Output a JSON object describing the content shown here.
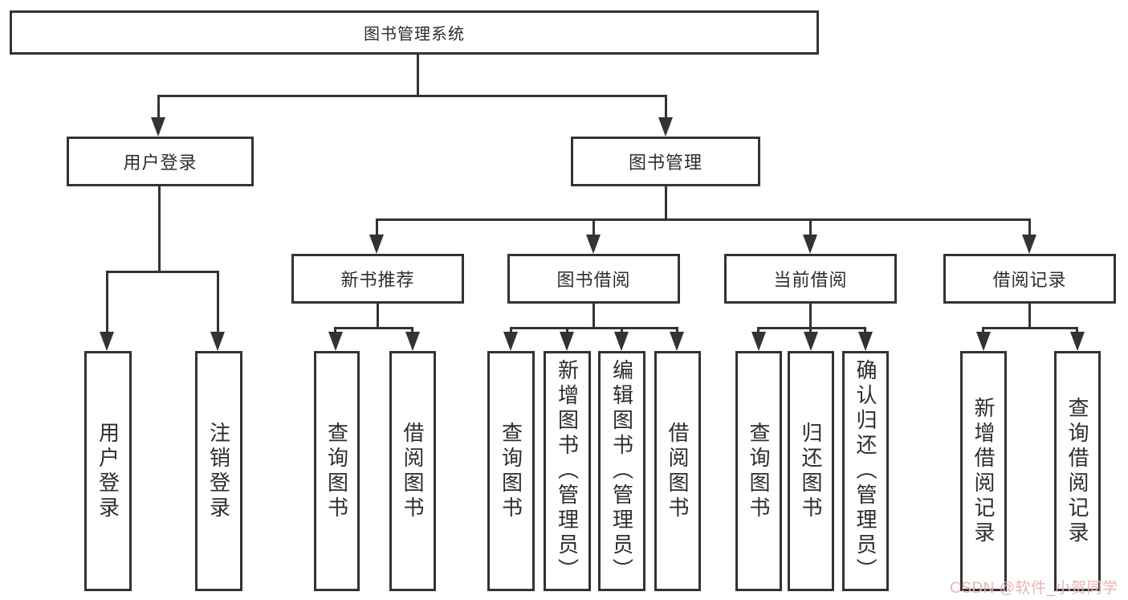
{
  "diagram_type": "hierarchy-org-chart",
  "colors": {
    "line": "#333333",
    "text": "#2d2d2d",
    "box_fill": "#ffffff",
    "background": "#ffffff",
    "watermark": "#e8b2b6"
  },
  "nodes": {
    "root": {
      "label": "图书管理系统"
    },
    "user_login": {
      "label": "用户登录"
    },
    "book_mgmt": {
      "label": "图书管理"
    },
    "new_book_rec": {
      "label": "新书推荐"
    },
    "book_borrow": {
      "label": "图书借阅"
    },
    "current_borrow": {
      "label": "当前借阅"
    },
    "borrow_record": {
      "label": "借阅记录"
    },
    "leaf_user_login": {
      "label": "用户登录"
    },
    "leaf_logout": {
      "label": "注销登录"
    },
    "leaf_query_book_1": {
      "label": "查询图书"
    },
    "leaf_borrow_book_1": {
      "label": "借阅图书"
    },
    "leaf_query_book_2": {
      "label": "查询图书"
    },
    "leaf_add_book": {
      "label": "新增图书（管理员）"
    },
    "leaf_edit_book": {
      "label": "编辑图书（管理员）"
    },
    "leaf_borrow_book_2": {
      "label": "借阅图书"
    },
    "leaf_query_book_3": {
      "label": "查询图书"
    },
    "leaf_return_book": {
      "label": "归还图书"
    },
    "leaf_confirm_return": {
      "label": "确认归还（管理员）"
    },
    "leaf_add_record": {
      "label": "新增借阅记录"
    },
    "leaf_query_record": {
      "label": "查询借阅记录"
    }
  },
  "watermark": {
    "label": "CSDN @软件_小贺同学"
  }
}
